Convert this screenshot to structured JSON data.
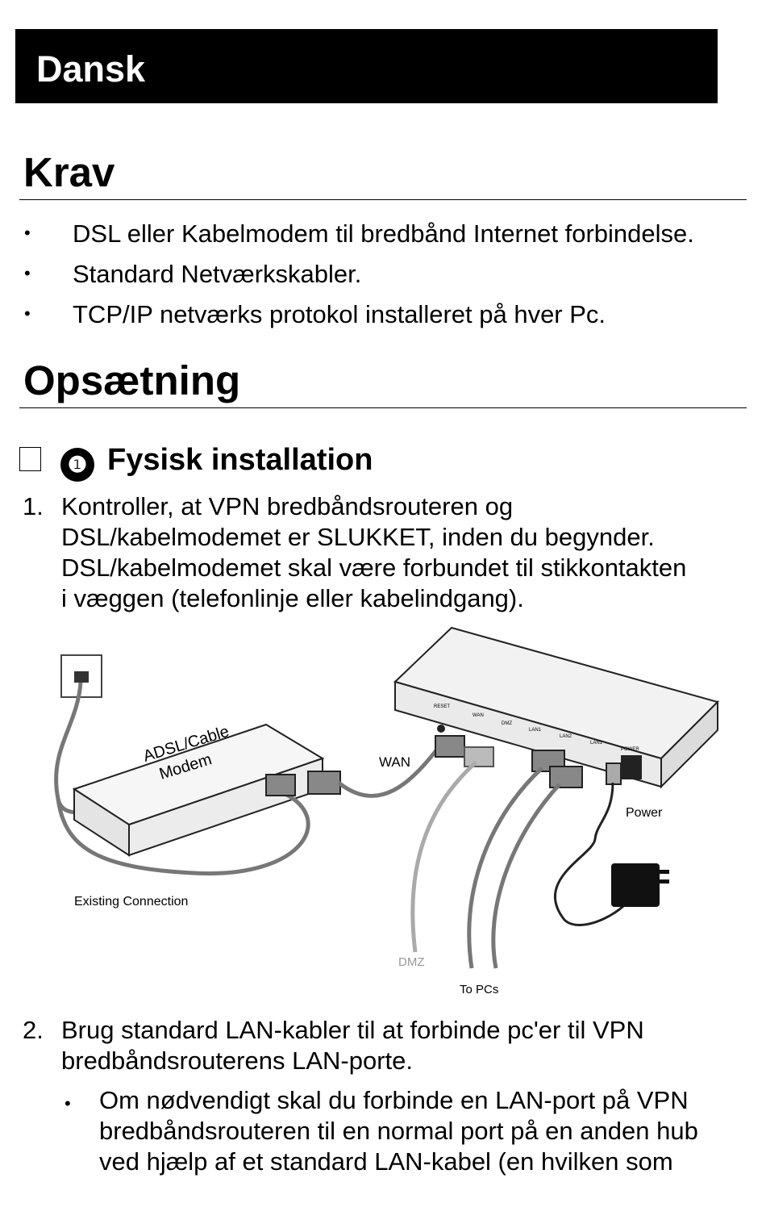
{
  "banner": {
    "title": "Dansk"
  },
  "krav": {
    "heading": "Krav",
    "bullets": [
      "DSL eller Kabelmodem til bredbånd Internet forbindelse.",
      "Standard Netværkskabler.",
      "TCP/IP netværks protokol installeret på hver Pc."
    ]
  },
  "opsaetning": {
    "heading": "Opsætning",
    "subheading_number": "❶",
    "subheading": "Fysisk installation",
    "step1": {
      "number": "1.",
      "lines": [
        "Kontroller, at VPN bredbåndsrouteren og",
        "DSL/kabelmodemet er SLUKKET, inden du begynder.",
        "DSL/kabelmodemet skal være forbundet til stikkontakten",
        "i væggen (telefonlinje eller kabelindgang)."
      ]
    },
    "diagram": {
      "modem_label_line1": "ADSL/Cable",
      "modem_label_line2": "Modem",
      "wan_label": "WAN",
      "power_label": "Power",
      "existing_label": "Existing Connection",
      "dmz_label": "DMZ",
      "topcs_label": "To PCs",
      "port_labels": [
        "RESET",
        "WAN",
        "DMZ",
        "LAN1",
        "LAN2",
        "LAN1",
        "POWER"
      ]
    },
    "step2": {
      "number": "2.",
      "lines": [
        "Brug standard LAN-kabler til at forbinde pc'er til VPN",
        "bredbåndsrouterens LAN-porte."
      ],
      "sub_bullet_lines": [
        "Om nødvendigt skal du forbinde en LAN-port på VPN",
        "bredbåndsrouteren til en normal port på en anden hub",
        "ved hjælp af et standard LAN-kabel (en hvilken som"
      ]
    }
  }
}
